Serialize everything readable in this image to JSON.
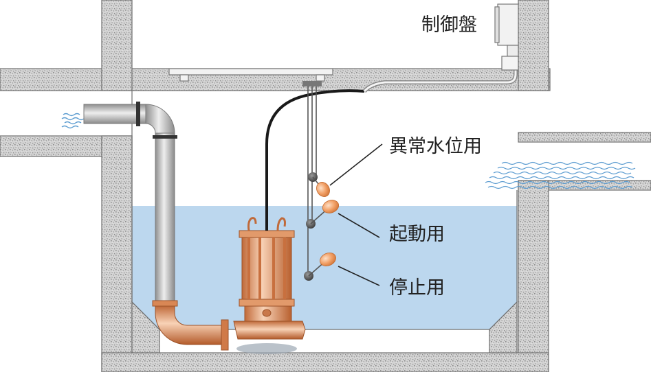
{
  "labels": {
    "control_panel": "制御盤",
    "abnormal_level": "異常水位用",
    "start": "起動用",
    "stop": "停止用"
  },
  "colors": {
    "water": "#bcd7ee",
    "concrete": "#cfcfcf",
    "pump_copper": "#e7a880",
    "float_orange": "#f1a36f",
    "float_dark": "#555555",
    "pipe_gray": "#bdbdbd",
    "cable": "#1a1a1a",
    "ripple_blue": "#5a9bd0"
  }
}
